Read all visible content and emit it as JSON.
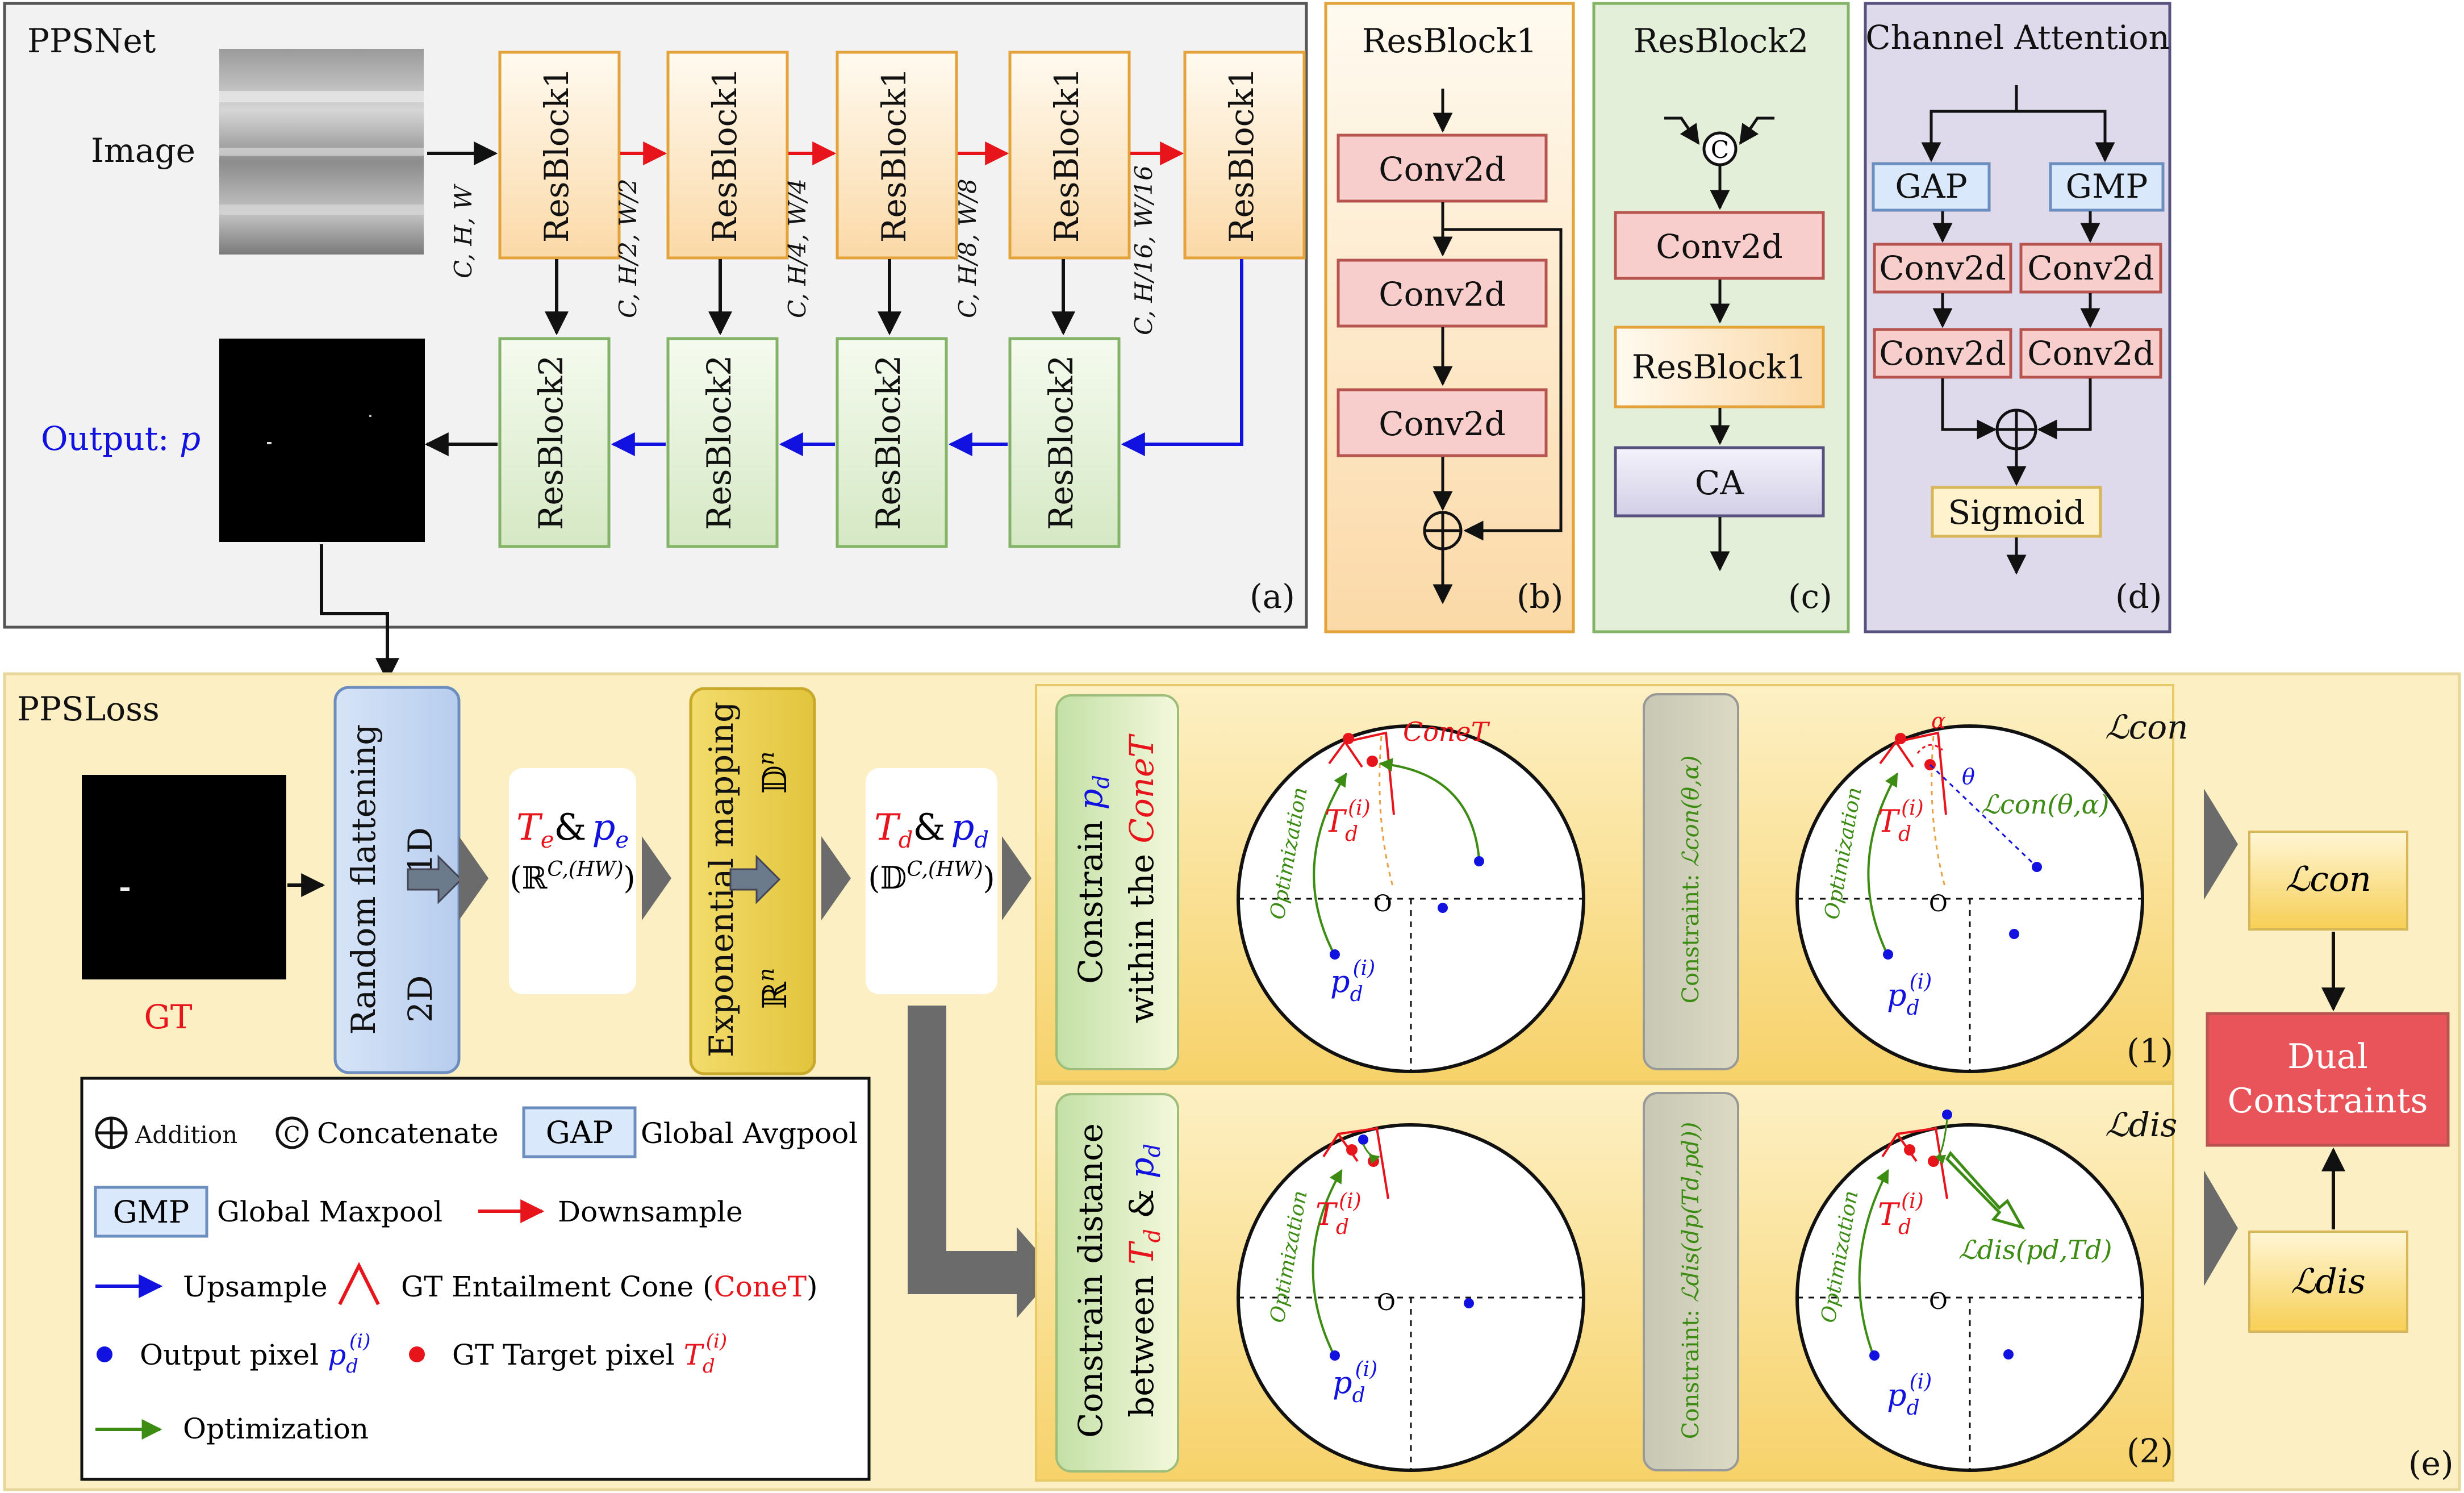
{
  "panels": {
    "a": {
      "title": "PPSNet",
      "tag": "(a)"
    },
    "b": {
      "title": "ResBlock1",
      "tag": "(b)"
    },
    "c": {
      "title": "ResBlock2",
      "tag": "(c)"
    },
    "d": {
      "title": "Channel Attention",
      "tag": "(d)"
    },
    "e": {
      "title": "PPSLoss",
      "tag": "(e)"
    }
  },
  "ppsnet": {
    "image_label": "Image",
    "output_label": "Output: ",
    "output_var": "p",
    "encoder": [
      "ResBlock1",
      "ResBlock1",
      "ResBlock1",
      "ResBlock1",
      "ResBlock1"
    ],
    "decoder": [
      "ResBlock2",
      "ResBlock2",
      "ResBlock2",
      "ResBlock2"
    ],
    "dims": [
      "C, H, W",
      "C, H/2, W/2",
      "C, H/4, W/4",
      "C, H/8, W/8",
      "C, H/16, W/16"
    ]
  },
  "resblock1": {
    "layers": [
      "Conv2d",
      "Conv2d",
      "Conv2d"
    ]
  },
  "resblock2": {
    "concat_symbol": "C",
    "layers": [
      "Conv2d",
      "ResBlock1",
      "CA"
    ]
  },
  "channel_attention": {
    "pool": [
      "GAP",
      "GMP"
    ],
    "conv": [
      "Conv2d",
      "Conv2d",
      "Conv2d",
      "Conv2d"
    ],
    "sigmoid": "Sigmoid"
  },
  "ppsloss": {
    "gt_label": "GT",
    "flatten": {
      "title": "Random flattening",
      "from": "2D",
      "to": "1D"
    },
    "te_pe": {
      "t": "T",
      "t_sub": "e",
      "and": "&",
      "p": "p",
      "p_sub": "e",
      "space": "(ℝ",
      "space_sup": "C,(HW)",
      "close": ")"
    },
    "expmap": {
      "title": "Exponential mapping",
      "from": "ℝ",
      "from_sup": "n",
      "to": "𝔻",
      "to_sup": "n"
    },
    "td_pd": {
      "t": "T",
      "t_sub": "d",
      "and": "&",
      "p": "p",
      "p_sub": "d",
      "space": "(𝔻",
      "space_sup": "C,(HW)",
      "close": ")"
    },
    "row1": {
      "box_line1": "Constrain ",
      "box_var": "p",
      "box_sub": "d",
      "box_line2": "within the ",
      "box_cone": "ConeT",
      "constraint_label": "Constraint: ",
      "constraint_expr": "ℒcon(θ,α)",
      "loss_tag": "ℒcon",
      "tag": "(1)"
    },
    "row2": {
      "box_line1": "Constrain distance",
      "box_line2": "between ",
      "box_t": "T",
      "box_and": " & ",
      "box_p": "p",
      "sub": "d",
      "constraint_label": "Constraint: ",
      "constraint_expr": "ℒdis(dp(Td,pd))",
      "loss_tag": "ℒdis",
      "tag": "(2)"
    },
    "disk": {
      "origin": "O",
      "optimization": "Optimization",
      "cone_label": "ConeT",
      "t_label": "T",
      "p_label": "p",
      "sup": "(i)",
      "sub": "d",
      "theta": "θ",
      "alpha": "α",
      "lcon_expr": "ℒcon(θ,α)",
      "ldis_expr": "ℒdis(pd,Td)"
    },
    "outputs": {
      "lcon": "ℒcon",
      "ldis": "ℒdis",
      "dual": [
        "Dual",
        "Constraints"
      ]
    }
  },
  "legend": {
    "addition": "Addition",
    "concatenate": "Concatenate",
    "gap_box": "GAP",
    "gap_text": "Global Avgpool",
    "gmp_box": "GMP",
    "gmp_text": "Global Maxpool",
    "downsample": "Downsample",
    "upsample": "Upsample",
    "cone_text": "GT Entailment Cone (",
    "cone_name": "ConeT",
    "cone_close": ")",
    "output_pixel": "Output pixel ",
    "target_pixel": "GT Target pixel ",
    "optimization": "Optimization"
  },
  "colors": {
    "red": "#e8141b",
    "blue": "#1212e0",
    "green": "#3c8c14",
    "orange_border": "#e3a23a",
    "green_border": "#82b366",
    "purple_border": "#56517e",
    "conv_fill": "#f8cecc",
    "conv_border": "#b85450",
    "pool_fill": "#dae8fc",
    "pool_border": "#6c8ebf",
    "sigmoid_fill": "#fff2cc",
    "sigmoid_border": "#d6b656",
    "loss_bg": "#fcefc3"
  }
}
